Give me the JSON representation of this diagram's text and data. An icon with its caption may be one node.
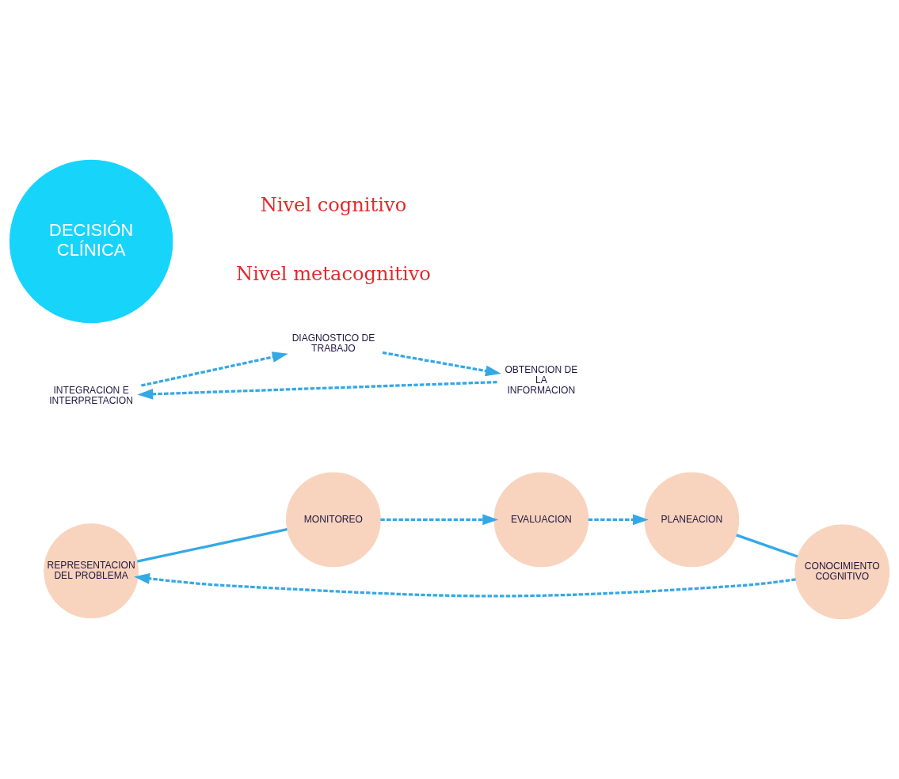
{
  "diagram": {
    "nodes": [
      {
        "text": [
          "REPRESENTACION DEL PROBLEMA"
        ]
      },
      {
        "text": [
          "MONITOREO"
        ]
      },
      {
        "text": [
          "CONOCIMIENTO COGNITIVO"
        ]
      },
      {
        "text": [
          "INTEGRACION E INTERPRETACION"
        ]
      },
      {
        "text": [
          "DECISIÓN CLÍNICA"
        ]
      },
      {
        "text": [
          "DIAGNOSTICO DE TRABAJO"
        ]
      },
      {
        "text": [
          "EVALUACION"
        ]
      },
      {
        "text": [
          "PLANEACION"
        ]
      },
      {
        "text": [
          "OBTENCION DE LA INFORMACION"
        ]
      }
    ],
    "edges": [
      {
        "from": 2,
        "to": 0,
        "arrow": "to",
        "style": "dashed"
      },
      {
        "from": 0,
        "to": 1,
        "arrow": "none"
      },
      {
        "from": 1,
        "to": 6,
        "arrow": "to",
        "style": "dashed"
      },
      {
        "from": 6,
        "to": 7,
        "arrow": "to",
        "style": "dashed"
      },
      {
        "from": 7,
        "to": 2,
        "arrow": "none"
      },
      {
        "from": 8,
        "to": 3,
        "arrow": "to",
        "style": "dashed"
      },
      {
        "from": 3,
        "to": 5,
        "arrow": "to",
        "style": "dashed"
      },
      {
        "from": 5,
        "to": 8,
        "arrow": "to",
        "style": "dashed"
      }
    ],
    "labels": [
      "Nivel cognitivo",
      "Nivel metacognitivo"
    ]
  }
}
